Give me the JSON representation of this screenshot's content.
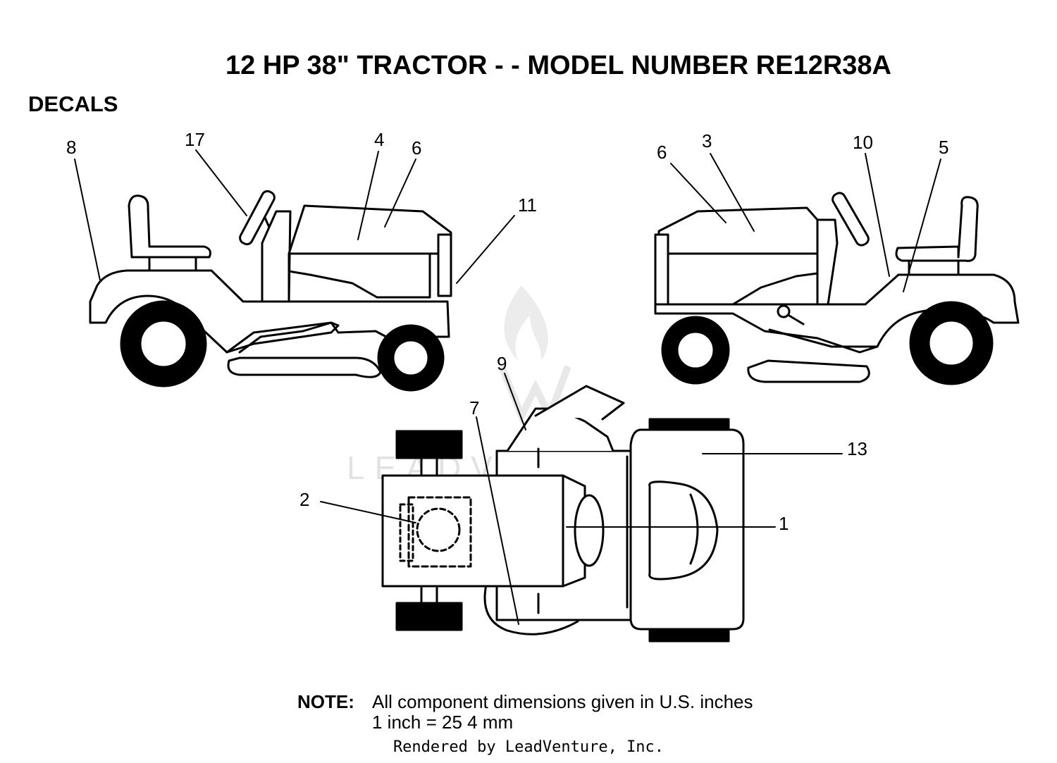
{
  "title": "12 HP 38\" TRACTOR - - MODEL NUMBER RE12R38A",
  "section": "DECALS",
  "callouts": [
    "8",
    "17",
    "4",
    "6",
    "11",
    "6",
    "3",
    "10",
    "5",
    "9",
    "7",
    "13",
    "2",
    "1"
  ],
  "note": {
    "label": "NOTE:",
    "line1": "All component dimensions given in U.S. inches",
    "line2": "1 inch = 25 4 mm"
  },
  "watermark": "LEADVENTURE",
  "credit": "Rendered by LeadVenture, Inc."
}
